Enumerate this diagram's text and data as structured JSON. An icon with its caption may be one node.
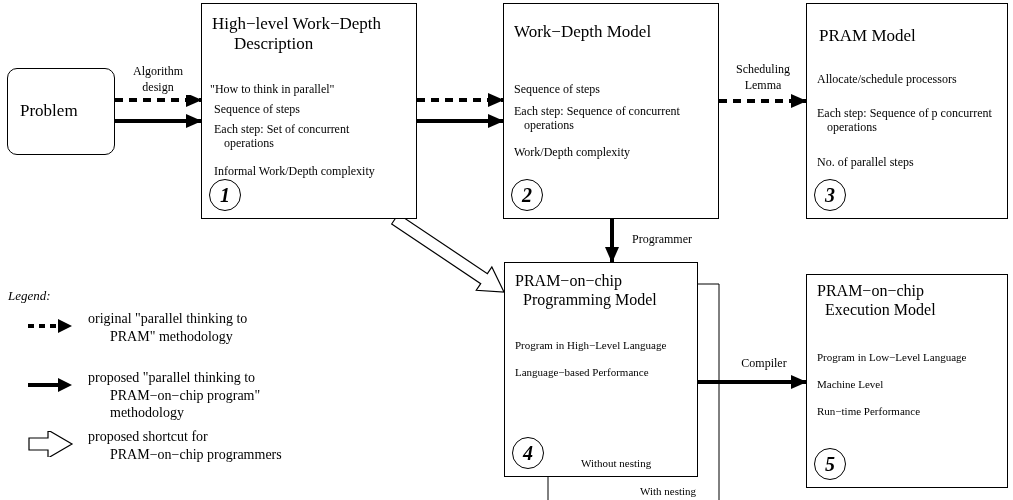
{
  "diagram": {
    "nodes": [
      {
        "text": [
          "Problem"
        ]
      },
      {
        "text": [
          "High−level Work−Depth Description",
          "\"How to think in parallel\"",
          "Sequence of steps",
          "Each step: Set of concurrent operations",
          "Informal Work/Depth complexity"
        ]
      },
      {
        "text": [
          "1"
        ],
        "in": 1
      },
      {
        "text": [
          "Work−Depth Model",
          "Sequence of steps",
          "Each step: Sequence of concurrent operations",
          "Work/Depth complexity"
        ]
      },
      {
        "text": [
          "2"
        ],
        "in": 3
      },
      {
        "text": [
          "PRAM Model",
          "Allocate/schedule processors",
          "Each step: Sequence of p concurrent operations",
          "No. of parallel steps"
        ]
      },
      {
        "text": [
          "3"
        ],
        "in": 5
      },
      {
        "text": [
          "PRAM−on−chip Programming Model",
          "Program in High−Level Language",
          "Language−based Performance",
          "Without nesting"
        ]
      },
      {
        "text": [
          "4"
        ],
        "in": 7
      },
      {
        "text": [
          "PRAM−on−chip Execution Model",
          "Program in Low−Level Language",
          "Machine Level",
          "Run−time Performance"
        ]
      },
      {
        "text": [
          "5"
        ],
        "in": 9
      }
    ],
    "edges": [
      {
        "from": 0,
        "to": 1,
        "arrow": "to",
        "style": "dashed",
        "label": "Algorithm design"
      },
      {
        "from": 0,
        "to": 1,
        "arrow": "to"
      },
      {
        "from": 1,
        "to": 3,
        "arrow": "to",
        "style": "dashed"
      },
      {
        "from": 1,
        "to": 3,
        "arrow": "to"
      },
      {
        "from": 3,
        "to": 5,
        "arrow": "to",
        "style": "dashed",
        "label": "Scheduling Lemma"
      },
      {
        "from": 3,
        "to": 7,
        "arrow": "to",
        "label": "Programmer"
      },
      {
        "from": 7,
        "to": 9,
        "arrow": "to",
        "label": "Compiler"
      },
      {
        "from": 1,
        "to": 7,
        "arrow": "to",
        "style": "thick"
      }
    ],
    "labels": [
      "Legend:",
      "With nesting"
    ],
    "legend": [
      {
        "text": "original \"parallel thinking to PRAM\" methodology"
      },
      {
        "text": "proposed \"parallel thinking to PRAM−on−chip program\" methodology"
      },
      {
        "text": "proposed shortcut for PRAM−on−chip programmers"
      }
    ]
  }
}
